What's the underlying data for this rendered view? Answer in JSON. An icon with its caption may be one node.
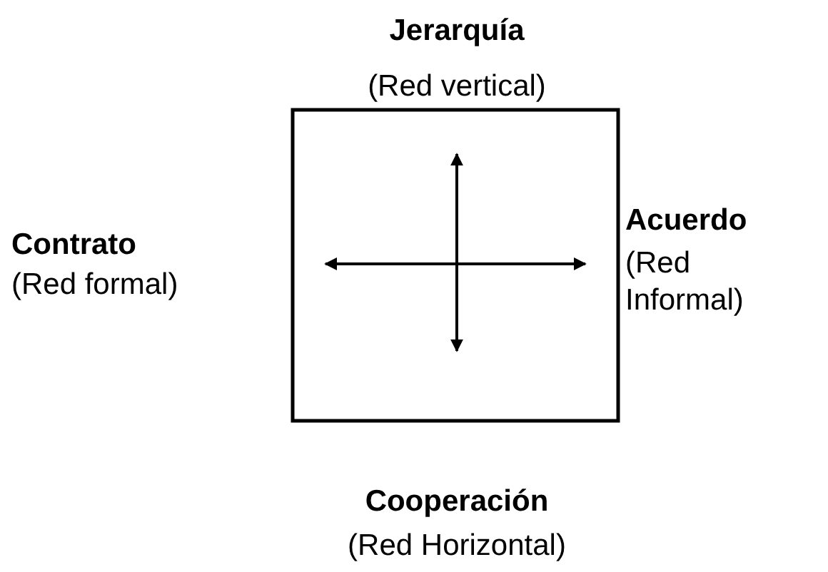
{
  "diagram": {
    "nodes": [
      {
        "text": [],
        "shape": "box"
      }
    ],
    "labels": [
      "Jerarquía",
      "(Red vertical)",
      "Contrato",
      "(Red formal)",
      "Acuerdo",
      "(Red Informal)",
      "Cooperación",
      "(Red Horizontal)"
    ]
  }
}
